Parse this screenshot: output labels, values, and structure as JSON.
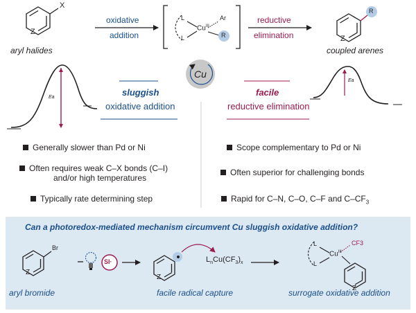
{
  "top": {
    "aryl_halides_label": "aryl halides",
    "coupled_arenes_label": "coupled arenes",
    "oxidative_line1": "oxidative",
    "oxidative_line2": "addition",
    "reductive_line1": "reductive",
    "reductive_line2": "elimination",
    "x_sub": "X",
    "z_atom": "Z",
    "r_sub": "R",
    "complex": {
      "l_top": "L",
      "l_bottom": "L",
      "metal": "Cu",
      "ox_state": "III",
      "ar": "Ar",
      "r": "R"
    },
    "cu_badge": "Cu"
  },
  "left": {
    "title": "sluggish",
    "subtitle": "oxidative addition",
    "ea_label": "Ea",
    "bullets": [
      "Generally slower than Pd or Ni",
      "Often requires weak C–X bonds (C–I)",
      "and/or high temperatures",
      "Typically rate determining step"
    ]
  },
  "right": {
    "title": "facile",
    "subtitle": "reductive elimination",
    "ea_label": "Ea",
    "bullets": [
      "Scope complementary to Pd or Ni",
      "Often superior for challenging bonds",
      "Rapid for C–N, C–O, C–F and C–CF",
      "3"
    ]
  },
  "bottom": {
    "question": "Can a photoredox-mediated mechanism circumvent Cu sluggish oxidative addition?",
    "aryl_bromide_label": "aryl bromide",
    "radical_capture_label": "facile radical capture",
    "surrogate_label": "surrogate oxidative addition",
    "br_sub": "Br",
    "z_atom": "Z",
    "si_label": "SI·",
    "reagent": {
      "prefix": "L",
      "sub_n": "n",
      "metal": "Cu(CF",
      "sub_3": "3",
      "suffix": ")",
      "sub_x": "x"
    },
    "complex": {
      "l_top": "L",
      "l_bottom": "L",
      "metal": "Cu",
      "ox_state": "III",
      "cf3": "CF3"
    }
  },
  "colors": {
    "blue": "#1a4f8b",
    "magenta": "#9b1b4f",
    "panel": "#dce8f2",
    "badge_blue": "#b3cce6",
    "grey_circle": "#c8c8c8"
  }
}
